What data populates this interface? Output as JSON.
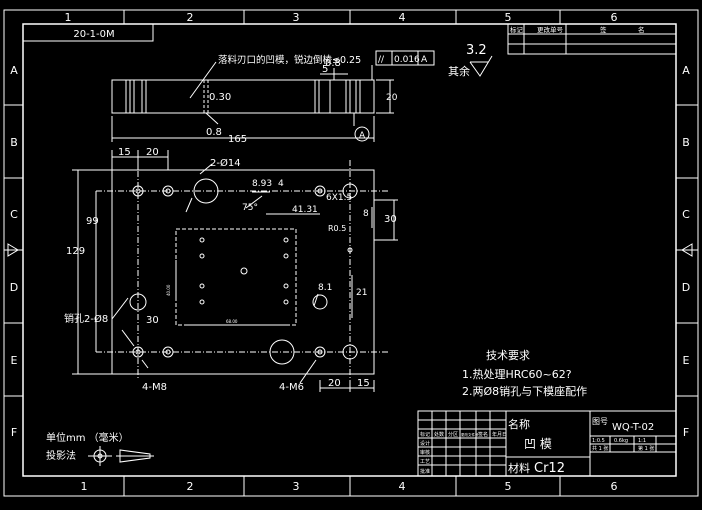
{
  "frame": {
    "top_columns": [
      "1",
      "2",
      "3",
      "4",
      "5",
      "6"
    ],
    "bottom_columns": [
      "1",
      "2",
      "3",
      "4",
      "5",
      "6"
    ],
    "left_rows": [
      "A",
      "B",
      "C",
      "D",
      "E",
      "F"
    ],
    "right_rows": [
      "A",
      "B",
      "C",
      "D",
      "E",
      "F"
    ]
  },
  "drawing_code": "20-1-0M",
  "revision_table": {
    "headers": [
      "标记",
      "更改单号",
      "签",
      "名"
    ]
  },
  "surface_finish": {
    "value": "3.2",
    "label": "其余"
  },
  "side_view": {
    "note_arrow_text": "落料刃口的凹模，锐边倒棱≤0.25",
    "dim_5": "5",
    "dim_0_8_top": "0.8",
    "tolerance_symbol": "//",
    "tolerance_value": "0.016",
    "datum": "A",
    "dim_0_30": "0.30",
    "dim_0_8_bottom": "0.8",
    "dim_20": "20",
    "dim_165": "165",
    "datum_bubble": "A"
  },
  "plan_view": {
    "dim_15_left": "15",
    "dim_20_left": "20",
    "holes_2_d14": "2-Ø14",
    "dim_8_93": "8.93",
    "dim_4": "4",
    "dim_6x1_5": "6X1.5",
    "dim_75deg": "75°",
    "dim_41_31": "41.31",
    "dim_8_right": "8",
    "dim_r0_5": "R0.5",
    "dim_30_right": "30",
    "dim_99": "99",
    "dim_129": "129",
    "pin_holes": "销孔2-Ø8",
    "dim_30_left": "30",
    "dim_8_1": "8.1",
    "dim_21": "21",
    "threads_m8": "4-M8",
    "threads_m6": "4-M6",
    "dim_20_bottom": "20",
    "dim_15_bottom": "15",
    "cavity_dim_left": "40.00",
    "cavity_dim_bottom": "68.00"
  },
  "tech_requirements": {
    "title": "技术要求",
    "line1": "1.热处理HRC60~62?",
    "line2": "2.两Ø8销孔与下模座配作"
  },
  "units_note": {
    "unit_label": "单位mm （毫米）",
    "projection_label": "投影法"
  },
  "title_block": {
    "name_label": "名称",
    "part_name": "凹    模",
    "drawing_no_label": "图号",
    "drawing_no": "WQ-T-02",
    "material_label": "材料",
    "material": "Cr12",
    "small_headers": [
      "标记",
      "处数",
      "分区",
      "更改文件号",
      "签名",
      "年月日"
    ],
    "small_rows": [
      "设计",
      "审核",
      "工艺",
      "",
      "批准"
    ],
    "scale_cells": [
      "1:0.5",
      "0.6kg",
      "1:1"
    ],
    "sheet_cells": [
      "共 1 张",
      "第 1 张"
    ]
  },
  "colors": {
    "background": "#000000",
    "line": "#ffffff"
  }
}
